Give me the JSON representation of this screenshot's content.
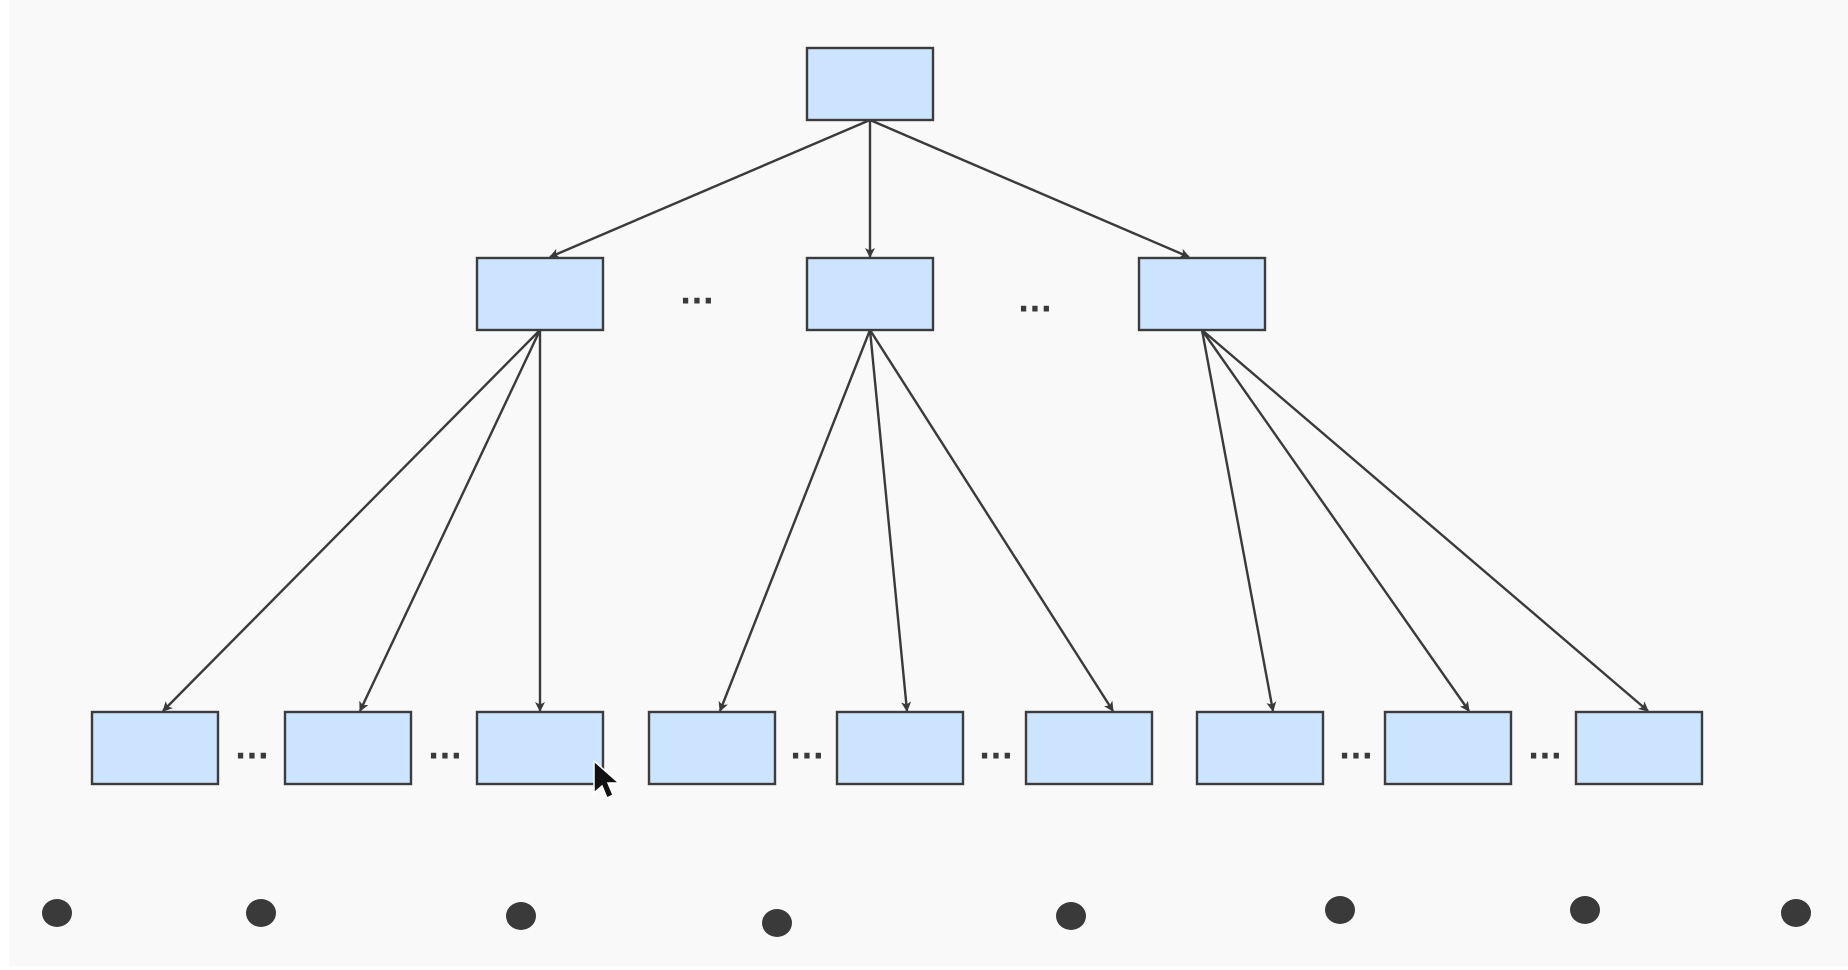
{
  "diagram": {
    "kind": "tree",
    "levels": 3,
    "colors": {
      "background": "#f9f9f9",
      "node_fill": "#cce4ff",
      "node_stroke": "#3c3c3c",
      "edge": "#3a3a3a",
      "marker": "#3a3a3a"
    },
    "nodes": [
      {
        "id": "root",
        "level": 0
      },
      {
        "id": "l1-a",
        "level": 1
      },
      {
        "id": "l1-b",
        "level": 1
      },
      {
        "id": "l1-c",
        "level": 1
      },
      {
        "id": "l2-1",
        "level": 2
      },
      {
        "id": "l2-2",
        "level": 2
      },
      {
        "id": "l2-3",
        "level": 2
      },
      {
        "id": "l2-4",
        "level": 2
      },
      {
        "id": "l2-5",
        "level": 2
      },
      {
        "id": "l2-6",
        "level": 2
      },
      {
        "id": "l2-7",
        "level": 2
      },
      {
        "id": "l2-8",
        "level": 2
      },
      {
        "id": "l2-9",
        "level": 2
      }
    ],
    "edges": [
      {
        "from": "root",
        "to": "l1-a"
      },
      {
        "from": "root",
        "to": "l1-b"
      },
      {
        "from": "root",
        "to": "l1-c"
      },
      {
        "from": "l1-a",
        "to": "l2-1"
      },
      {
        "from": "l1-a",
        "to": "l2-2"
      },
      {
        "from": "l1-a",
        "to": "l2-3"
      },
      {
        "from": "l1-b",
        "to": "l2-4"
      },
      {
        "from": "l1-b",
        "to": "l2-5"
      },
      {
        "from": "l1-b",
        "to": "l2-6"
      },
      {
        "from": "l1-c",
        "to": "l2-7"
      },
      {
        "from": "l1-c",
        "to": "l2-8"
      },
      {
        "from": "l1-c",
        "to": "l2-9"
      }
    ],
    "ellipsis": "···",
    "bottom_marker_count": 8,
    "cursor_icon": "mouse-pointer-icon"
  }
}
